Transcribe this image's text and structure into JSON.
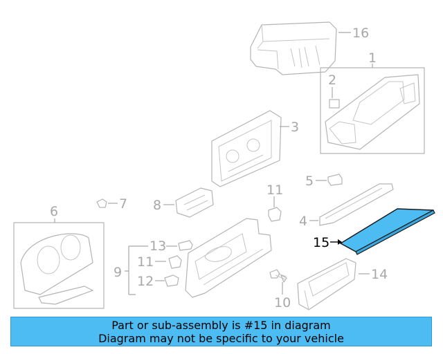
{
  "callouts": {
    "c1": "1",
    "c2": "2",
    "c3": "3",
    "c4": "4",
    "c5": "5",
    "c6": "6",
    "c7": "7",
    "c8": "8",
    "c9": "9",
    "c10": "10",
    "c11a": "11",
    "c11b": "11",
    "c12": "12",
    "c13": "13",
    "c14": "14",
    "c15": "15",
    "c16": "16"
  },
  "highlighted_part": "15",
  "highlight_color": "#4dbcf3",
  "banner": {
    "line1": "Part or sub-assembly is #15 in diagram",
    "line2": "Diagram may not be specific to your vehicle",
    "background": "#4dbcf3"
  }
}
